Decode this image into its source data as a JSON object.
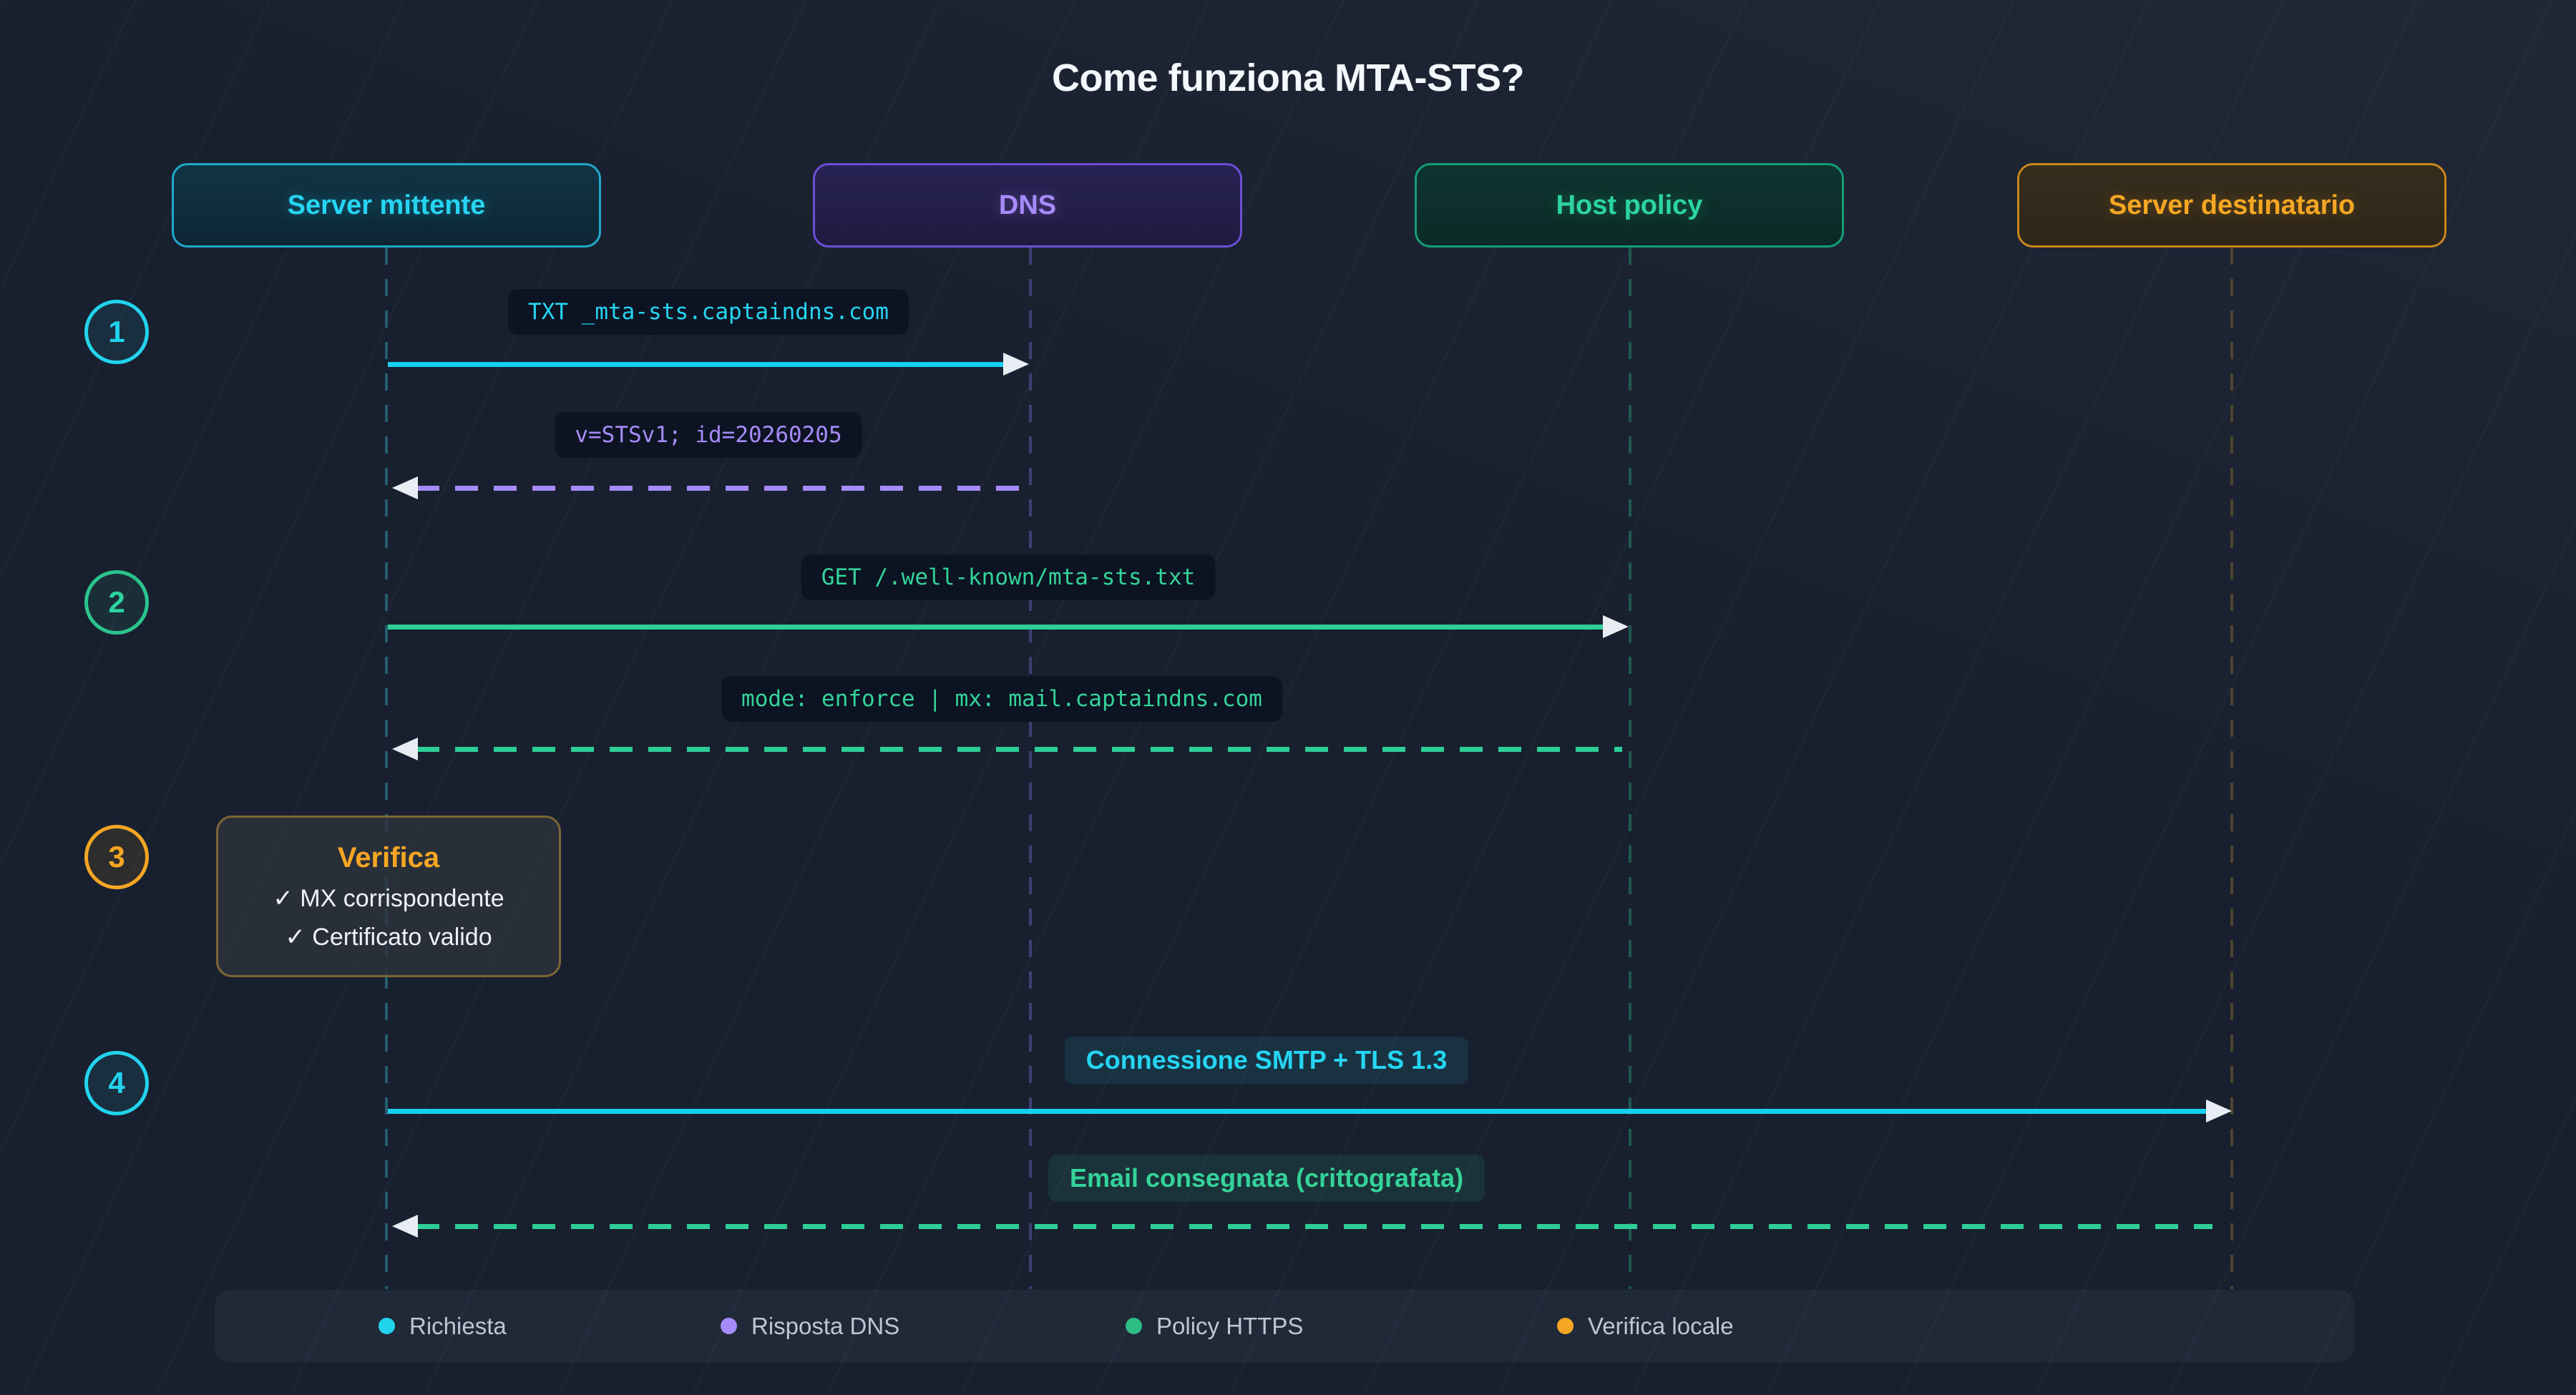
{
  "title": "Come funziona MTA-STS?",
  "colors": {
    "background": "#18202f",
    "cyan": "#22d3ee",
    "purple": "#a78bfa",
    "green": "#34d399",
    "orange": "#f5a623"
  },
  "actors": [
    {
      "label": "Server mittente",
      "color": "#22d3ee"
    },
    {
      "label": "DNS",
      "color": "#a78bfa"
    },
    {
      "label": "Host policy",
      "color": "#2dd4a0"
    },
    {
      "label": "Server destinatario",
      "color": "#f5a623"
    }
  ],
  "steps": [
    {
      "number": "1"
    },
    {
      "number": "2"
    },
    {
      "number": "3"
    },
    {
      "number": "4"
    }
  ],
  "messages": [
    {
      "label": "TXT _mta-sts.captaindns.com",
      "from": "Server mittente",
      "to": "DNS",
      "style": "solid",
      "color": "#22d3ee"
    },
    {
      "label": "v=STSv1; id=20260205",
      "from": "DNS",
      "to": "Server mittente",
      "style": "dashed",
      "color": "#a78bfa"
    },
    {
      "label": "GET /.well-known/mta-sts.txt",
      "from": "Server mittente",
      "to": "Host policy",
      "style": "solid",
      "color": "#34d399"
    },
    {
      "label": "mode: enforce | mx: mail.captaindns.com",
      "from": "Host policy",
      "to": "Server mittente",
      "style": "dashed",
      "color": "#34d399"
    },
    {
      "label": "Connessione SMTP + TLS 1.3",
      "from": "Server mittente",
      "to": "Server destinatario",
      "style": "solid",
      "color": "#22d3ee"
    },
    {
      "label": "Email consegnata (crittografata)",
      "from": "Server destinatario",
      "to": "Server mittente",
      "style": "dashed",
      "color": "#34d399"
    }
  ],
  "verification_note": {
    "title": "Verifica",
    "items": [
      "✓ MX corrispondente",
      "✓ Certificato valido"
    ]
  },
  "legend": {
    "items": [
      {
        "label": "Richiesta",
        "color": "#22d3ee"
      },
      {
        "label": "Risposta DNS",
        "color": "#a78bfa"
      },
      {
        "label": "Policy HTTPS",
        "color": "#2ebd85"
      },
      {
        "label": "Verifica locale",
        "color": "#f5a623"
      }
    ]
  }
}
